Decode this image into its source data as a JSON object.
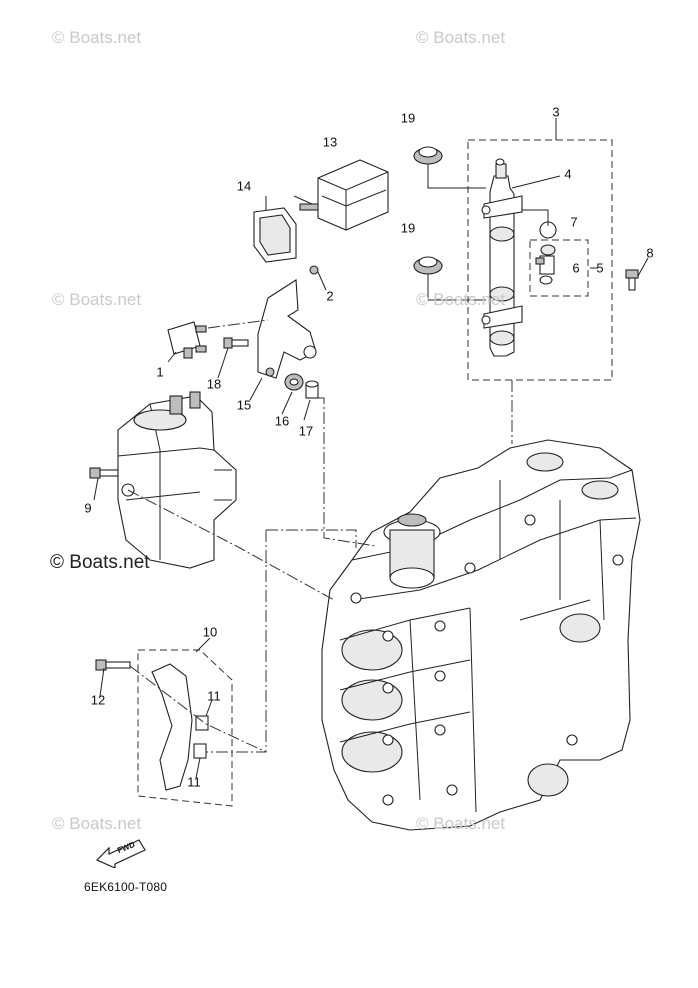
{
  "watermarks": {
    "top_left": "© Boats.net",
    "top_right": "© Boats.net",
    "mid_left": "© Boats.net",
    "mid_right": "© Boats.net",
    "center_dark": "© Boats.net",
    "bottom_left": "© Boats.net",
    "bottom_right": "© Boats.net"
  },
  "callouts": {
    "c1": "1",
    "c2": "2",
    "c3": "3",
    "c4": "4",
    "c5": "5",
    "c6": "6",
    "c7": "7",
    "c8": "8",
    "c9": "9",
    "c10": "10",
    "c11a": "11",
    "c11b": "11",
    "c12": "12",
    "c13": "13",
    "c14": "14",
    "c15": "15",
    "c16": "16",
    "c17": "17",
    "c18": "18",
    "c19a": "19",
    "c19b": "19"
  },
  "fwd_label": "FWD",
  "diagram_code": "6EK6100-T080"
}
